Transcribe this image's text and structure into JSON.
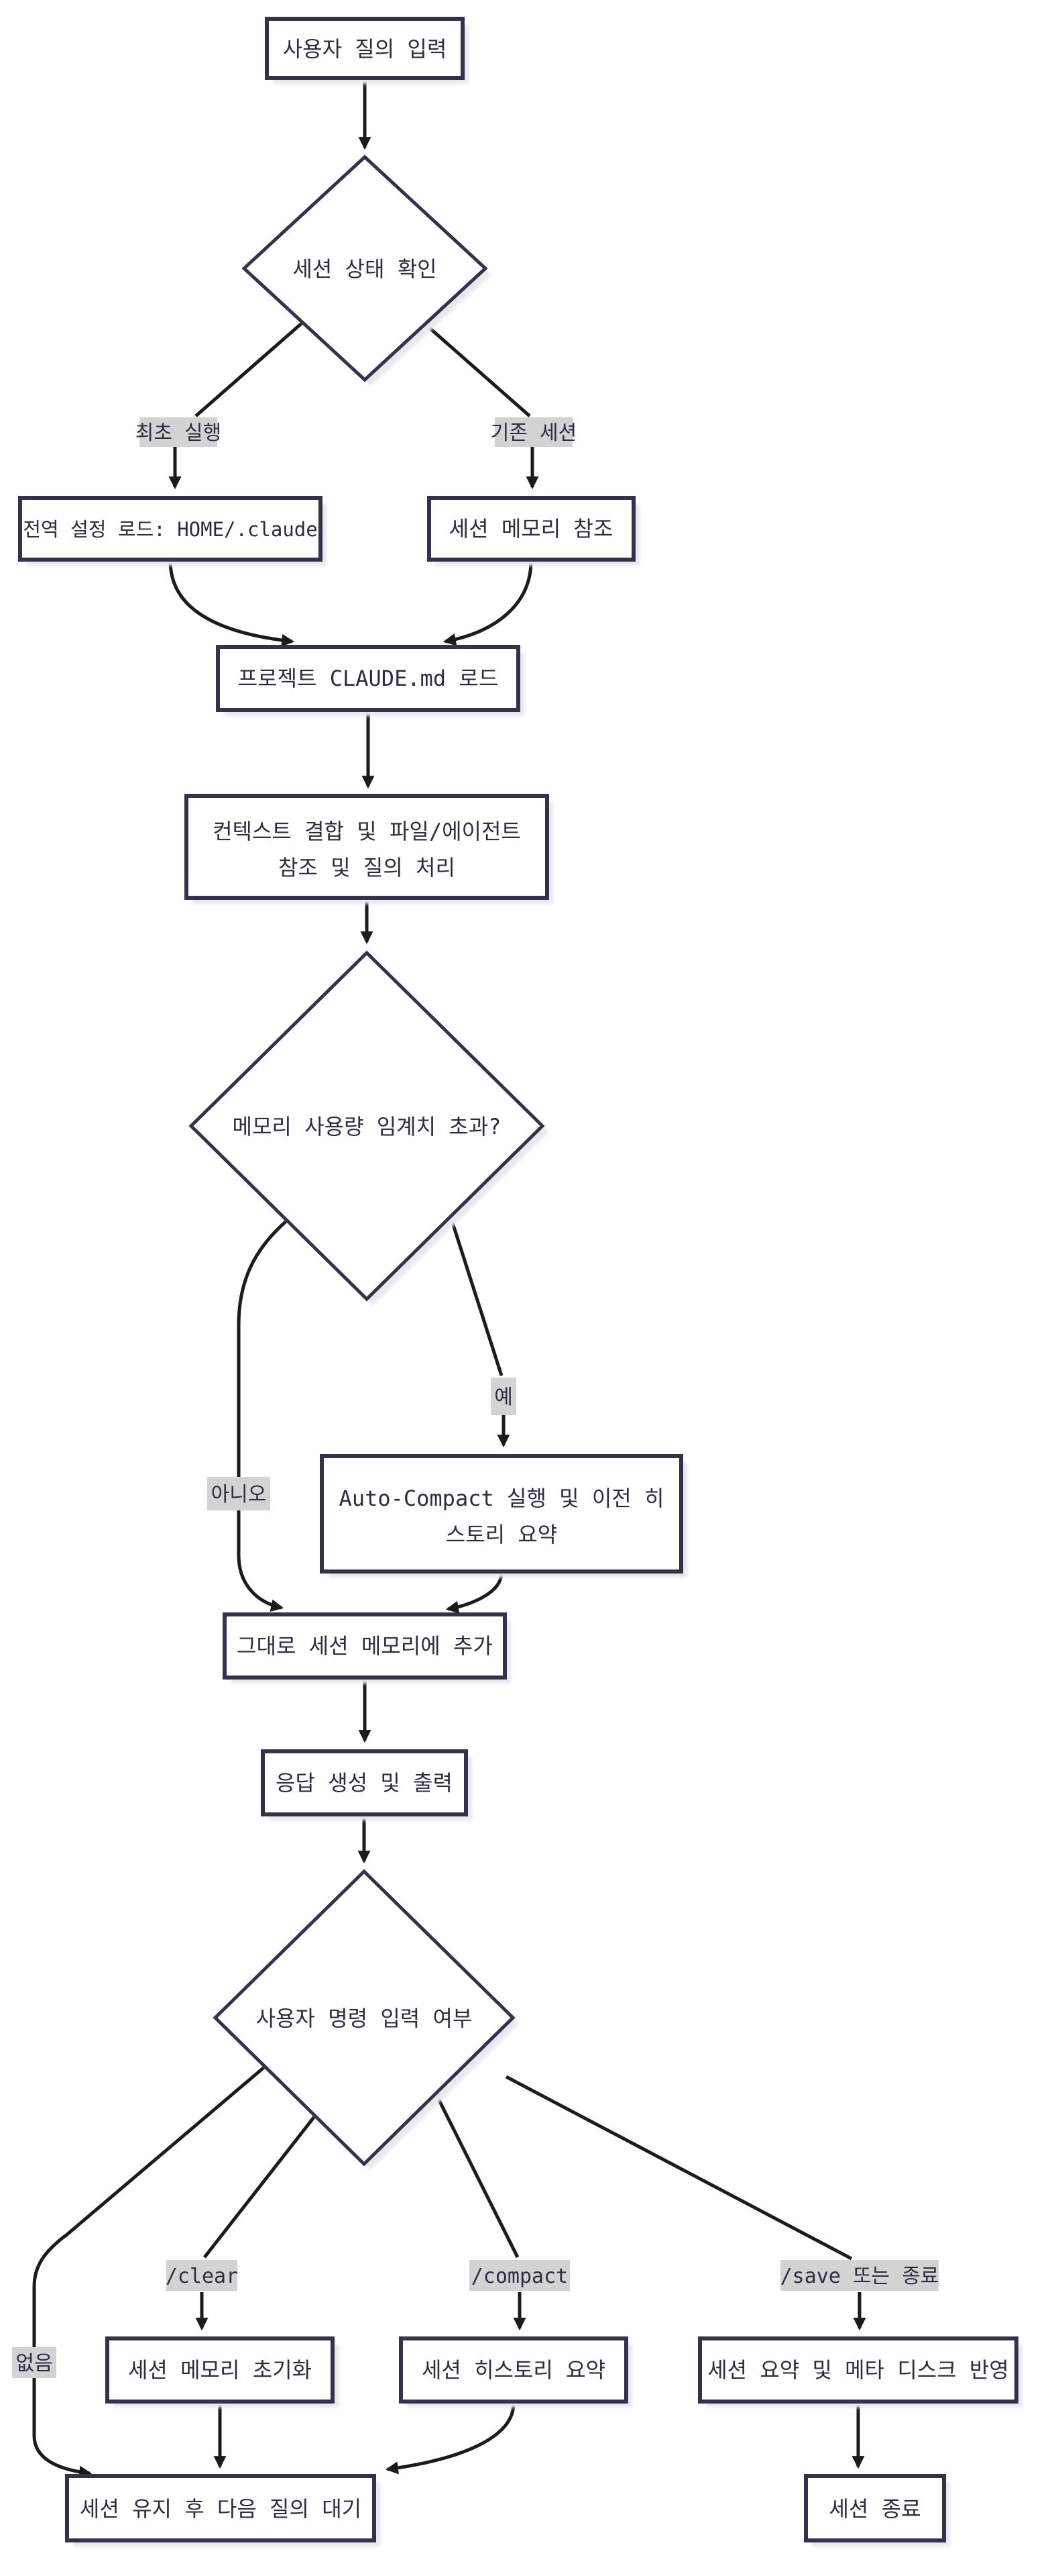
{
  "flow": {
    "colors": {
      "node_border": "#32324e",
      "node_fill": "#ffffff",
      "node_text": "#2c2c44",
      "edge": "#1b1b1b",
      "edge_label_bg": "#d3d3d3",
      "shadow": "#e8e8ee"
    },
    "nodes": {
      "input": {
        "label": "사용자 질의 입력"
      },
      "session_state": {
        "label": "세션 상태 확인"
      },
      "global_load": {
        "label": "전역 설정 로드: HOME/.claude"
      },
      "session_ref": {
        "label": "세션 메모리 참조"
      },
      "claude_md": {
        "label": "프로젝트 CLAUDE.md 로드"
      },
      "context": {
        "line1": "컨텍스트 결합 및 파일/에이전트",
        "line2": "참조 및 질의 처리"
      },
      "memory_check": {
        "label": "메모리 사용량 임계치 초과?"
      },
      "auto_compact": {
        "line1": "Auto-Compact 실행 및 이전 히",
        "line2": "스토리 요약"
      },
      "append": {
        "label": "그대로 세션 메모리에 추가"
      },
      "response": {
        "label": "응답 생성 및 출력"
      },
      "command_check": {
        "label": "사용자 명령 입력 여부"
      },
      "clear_action": {
        "label": "세션 메모리 초기화"
      },
      "compact_action": {
        "label": "세션 히스토리 요약"
      },
      "save_action": {
        "label": "세션 요약 및 메타 디스크 반영"
      },
      "keep_session": {
        "label": "세션 유지 후 다음 질의 대기"
      },
      "end_session": {
        "label": "세션 종료"
      }
    },
    "edge_labels": {
      "first_run": "최초 실행",
      "existing_session": "기존 세션",
      "yes": "예",
      "no": "아니오",
      "clear": "/clear",
      "compact": "/compact",
      "save_or_exit": "/save 또는 종료",
      "none": "없음"
    }
  }
}
